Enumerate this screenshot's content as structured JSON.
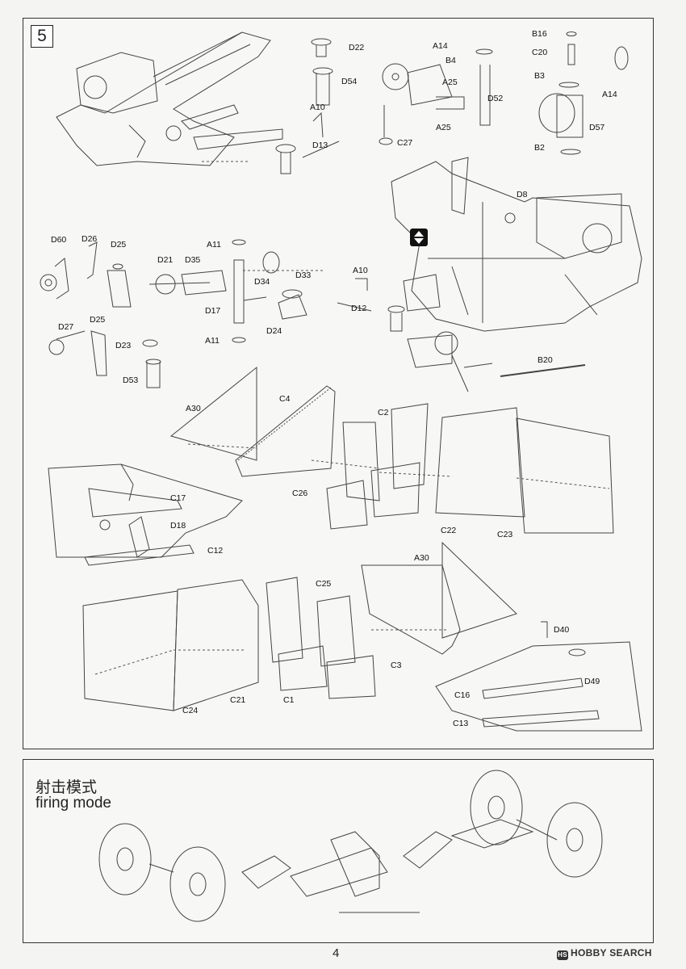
{
  "step": {
    "number": "5"
  },
  "labels": {
    "D22": "D22",
    "D54": "D54",
    "A10a": "A10",
    "D13": "D13",
    "A14a": "A14",
    "B4": "B4",
    "A25a": "A25",
    "D52": "D52",
    "A25b": "A25",
    "C27": "C27",
    "B16": "B16",
    "C20": "C20",
    "B3": "B3",
    "A14b": "A14",
    "D57": "D57",
    "B2": "B2",
    "D8": "D8",
    "D60": "D60",
    "D26": "D26",
    "D25a": "D25",
    "A11a": "A11",
    "D21": "D21",
    "D35": "D35",
    "D34": "D34",
    "D33": "D33",
    "D17": "D17",
    "D24": "D24",
    "A11b": "A11",
    "A10b": "A10",
    "D12": "D12",
    "D27": "D27",
    "D25b": "D25",
    "D23": "D23",
    "D53": "D53",
    "B20": "B20",
    "A30a": "A30",
    "C4": "C4",
    "C2": "C2",
    "C26": "C26",
    "C17": "C17",
    "D18": "D18",
    "C12": "C12",
    "C22": "C22",
    "C23": "C23",
    "A30b": "A30",
    "C25": "C25",
    "D40": "D40",
    "D49": "D49",
    "C24": "C24",
    "C21": "C21",
    "C1": "C1",
    "C3": "C3",
    "C16": "C16",
    "C13": "C13"
  },
  "mode": {
    "title_cn": "射击模式",
    "title_en": "firing mode"
  },
  "page_number": "4",
  "watermark": "HOBBY SEARCH",
  "icons": {
    "step_marker": "flip-arrows-icon"
  }
}
